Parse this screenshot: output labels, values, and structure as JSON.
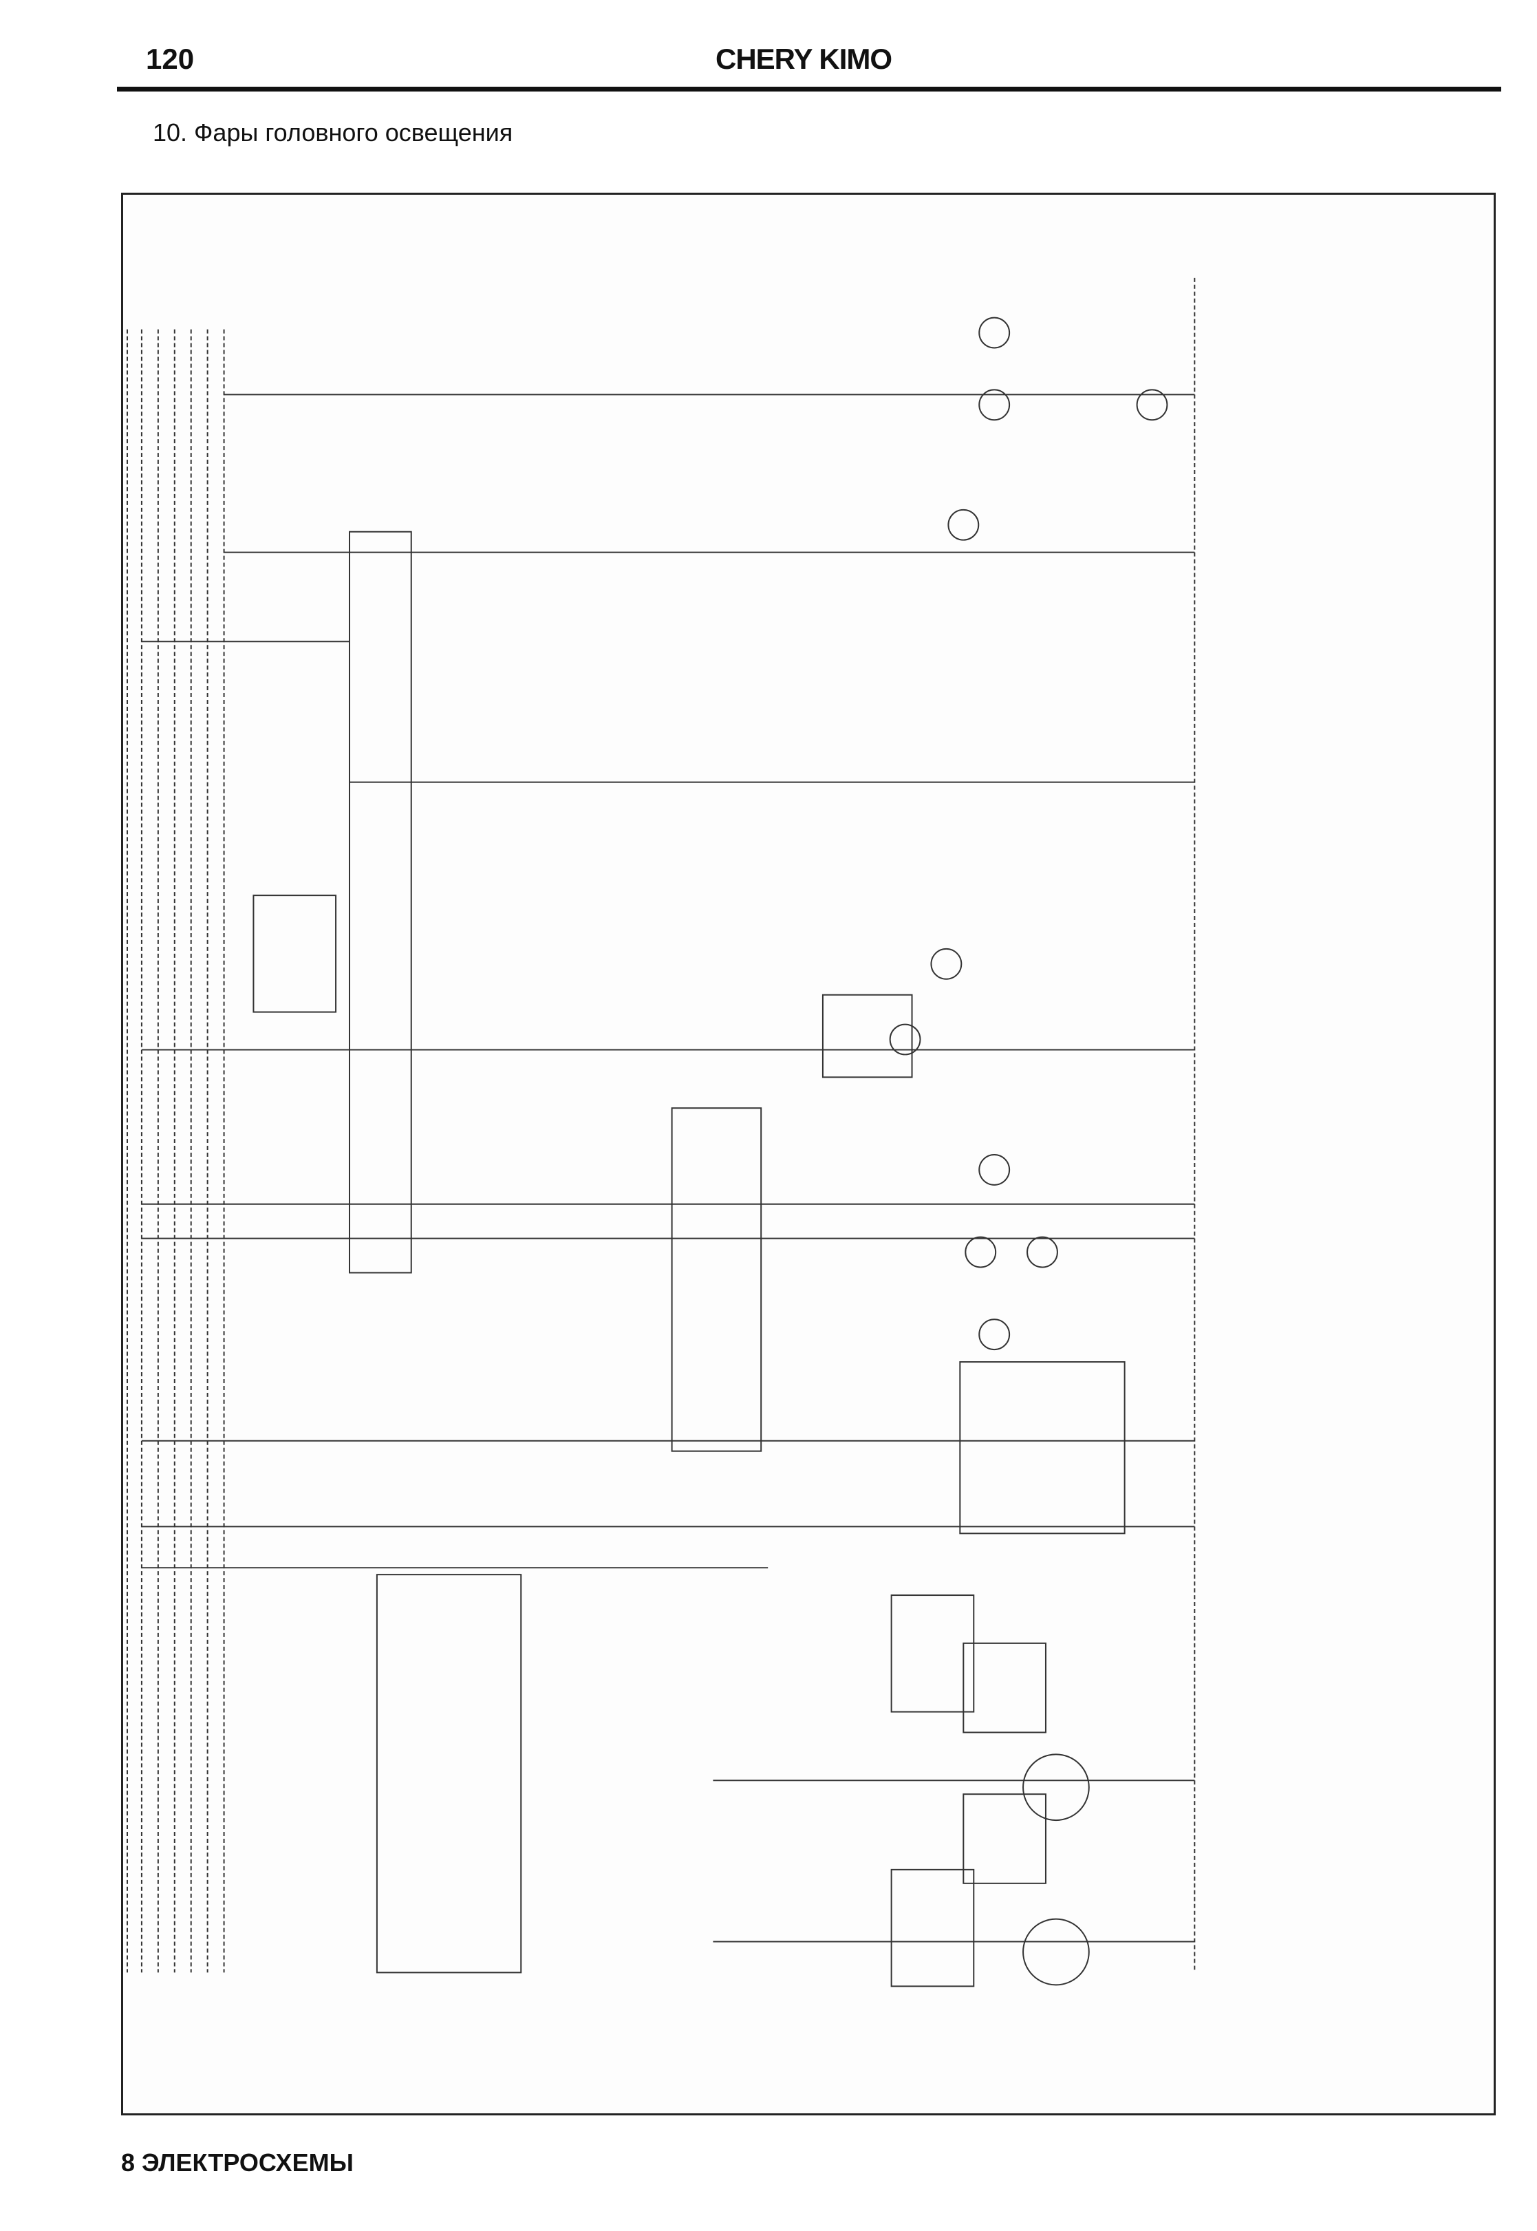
{
  "header": {
    "page_number": "120",
    "title": "CHERY KIMO"
  },
  "section": {
    "title": "10. Фары головного освещения"
  },
  "footer": {
    "chapter": "8 ЭЛЕКТРОСХЕМЫ"
  }
}
